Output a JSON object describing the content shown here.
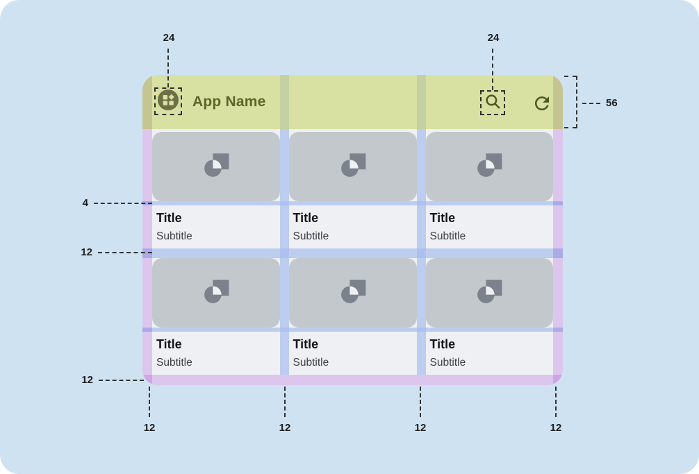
{
  "app": {
    "name": "App Name"
  },
  "cards": [
    {
      "title": "Title",
      "subtitle": "Subtitle"
    },
    {
      "title": "Title",
      "subtitle": "Subtitle"
    },
    {
      "title": "Title",
      "subtitle": "Subtitle"
    },
    {
      "title": "Title",
      "subtitle": "Subtitle"
    },
    {
      "title": "Title",
      "subtitle": "Subtitle"
    },
    {
      "title": "Title",
      "subtitle": "Subtitle"
    }
  ],
  "annotations": {
    "app_icon_size": "24",
    "search_icon_size": "24",
    "appbar_height": "56",
    "image_text_gap": "4",
    "row_gap": "12",
    "bottom_margin_side": "12",
    "bottom_margins": [
      "12",
      "12",
      "12",
      "12"
    ]
  },
  "icons": [
    "dashboard-icon",
    "search-icon",
    "refresh-icon",
    "image-placeholder-icon"
  ],
  "colors": {
    "canvas-bg": "#cfe2f1",
    "screen-bg": "#eff0f4",
    "appbar-bg": "#d8e1a1",
    "appbar-fg": "#5b662a",
    "appicon-bg": "#6d6f45",
    "image-bg": "#c3c8cd",
    "image-icon": "#7b828b",
    "image-icon-cut": "#eef0f4",
    "title-fg": "#141518",
    "subtitle-fg": "#3b4046",
    "margin-purple": "#dcc6ee",
    "purple-dark": "#cfa5e8",
    "gutter-blue": "#bccdf0",
    "blue-dark": "#aec1ee",
    "blue-purple": "#aaabe6",
    "margin-over-appbar": "#c5c592",
    "gutter-over-appbar": "#c3d1a3"
  }
}
